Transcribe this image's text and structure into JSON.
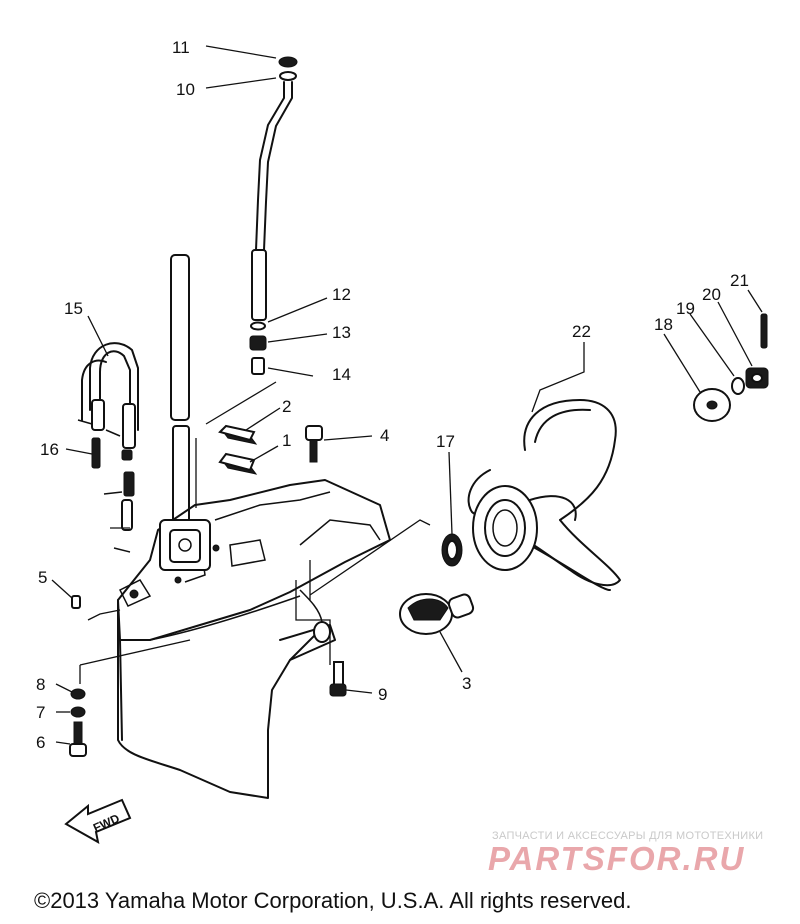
{
  "callouts": {
    "c1": "1",
    "c2": "2",
    "c3": "3",
    "c4": "4",
    "c5": "5",
    "c6": "6",
    "c7": "7",
    "c8": "8",
    "c9": "9",
    "c10": "10",
    "c11": "11",
    "c12": "12",
    "c13": "13",
    "c14": "14",
    "c15": "15",
    "c16": "16",
    "c17": "17",
    "c18": "18",
    "c19": "19",
    "c20": "20",
    "c21": "21",
    "c22": "22"
  },
  "fwd_label": "FWD",
  "watermark": {
    "tagline": "ЗАПЧАСТИ И АКСЕССУАРЫ ДЛЯ МОТОТЕХНИКИ",
    "logo": "PARTSFOR.RU"
  },
  "copyright": "©2013 Yamaha Motor Corporation, U.S.A. All rights reserved.",
  "colors": {
    "ink": "#111111",
    "watermark_logo": "#e9a7ab",
    "watermark_text": "#c9c9c9"
  }
}
